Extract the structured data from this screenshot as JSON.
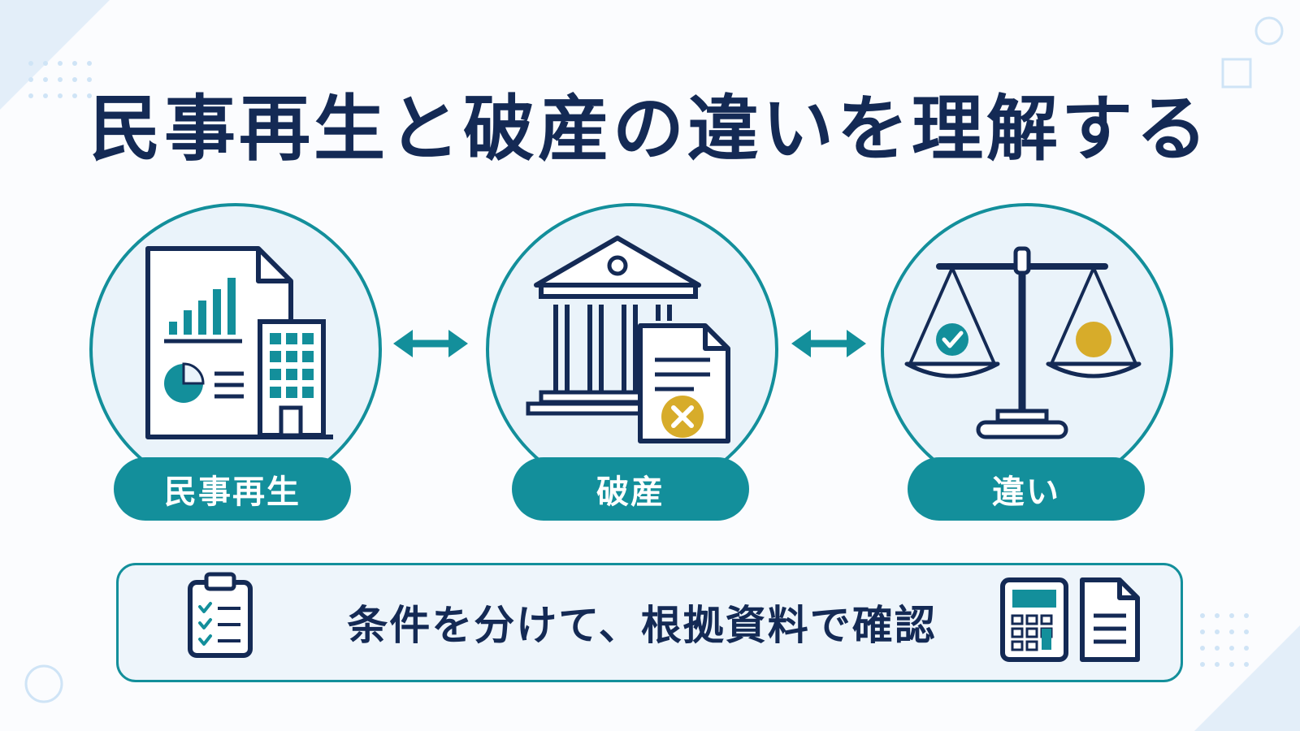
{
  "title": "民事再生と破産の違いを理解する",
  "items": [
    {
      "label": "民事再生",
      "icon": "report-building-icon"
    },
    {
      "label": "破産",
      "icon": "courthouse-document-icon"
    },
    {
      "label": "違い",
      "icon": "balance-scale-icon"
    }
  ],
  "connectors": [
    "double-arrow-icon",
    "double-arrow-icon"
  ],
  "bottom": {
    "text": "条件を分けて、根拠資料で確認",
    "icons": [
      "clipboard-checklist-icon",
      "calculator-icon",
      "document-icon"
    ]
  },
  "colors": {
    "navy": "#142a55",
    "teal": "#138f9b",
    "gold": "#d7ac2a",
    "circle_fill": "#eaf3fa",
    "light_blue": "#cfe4f6"
  }
}
